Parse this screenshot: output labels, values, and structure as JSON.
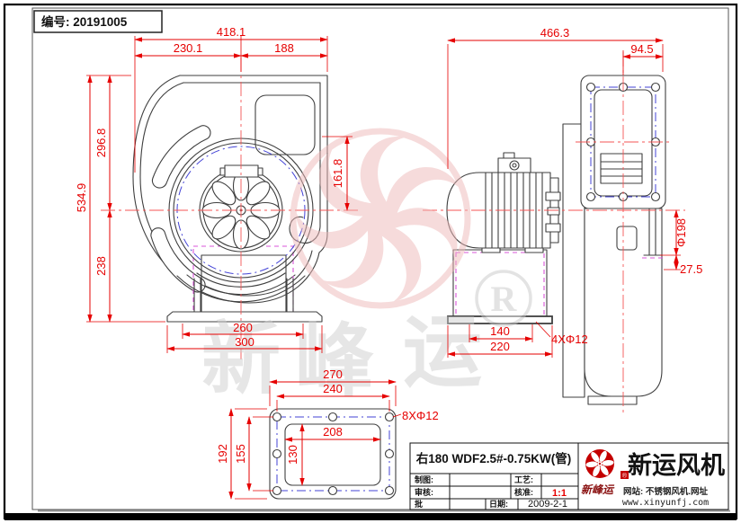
{
  "doc": {
    "number": "编号: 20191005"
  },
  "front_view": {
    "dims": {
      "overall_width": "418.1",
      "left_to_center": "230.1",
      "center_to_right": "188",
      "overall_height": "534.9",
      "center_to_top": "296.8",
      "center_to_base": "238",
      "outlet_height": "161.8",
      "foot_hole_span": "260",
      "base_width": "300"
    }
  },
  "side_view": {
    "dims": {
      "overall_length": "466.3",
      "flange_half_width": "94.5",
      "inlet_diameter": "Φ198",
      "collar_to_edge": "27.5",
      "foot_hole_span": "140",
      "base_length": "220"
    },
    "hole_note": "4XΦ12"
  },
  "flange_view": {
    "dims": {
      "outer_width": "270",
      "bolt_span_width": "240",
      "opening_width": "208",
      "opening_height": "130",
      "bolt_span_height": "155",
      "outer_height": "192"
    },
    "hole_note": "8XΦ12"
  },
  "title_block": {
    "product": "右180 WDF2.5#-0.75KW(管)",
    "drawn_label": "制图:",
    "process_label": "工艺:",
    "checked_label": "审核:",
    "ratify_label": "核准:",
    "scale_value": "1:1",
    "approve_label": "批",
    "date_label": "日期:",
    "date_value": "2009-2-1"
  },
  "brand": {
    "name": "新运风机",
    "slogan": "新峰运",
    "reg": "®",
    "site": "网站: 不锈钢风机.网址",
    "url": "www.xinyunfj.com"
  },
  "watermark": {
    "chars": [
      "新",
      "峰",
      "运"
    ],
    "reg": "R"
  },
  "colors": {
    "dimension_red": "#e60000",
    "centerline_red": "#f55454",
    "bolt_circle_blue": "#4343d6",
    "hidden_magenta": "#d855d8",
    "line_dark": "#3f3f3f",
    "watermark_pink": "#eeb9b9",
    "watermark_gray": "#cfcfcf",
    "brand_red": "#c40000"
  }
}
